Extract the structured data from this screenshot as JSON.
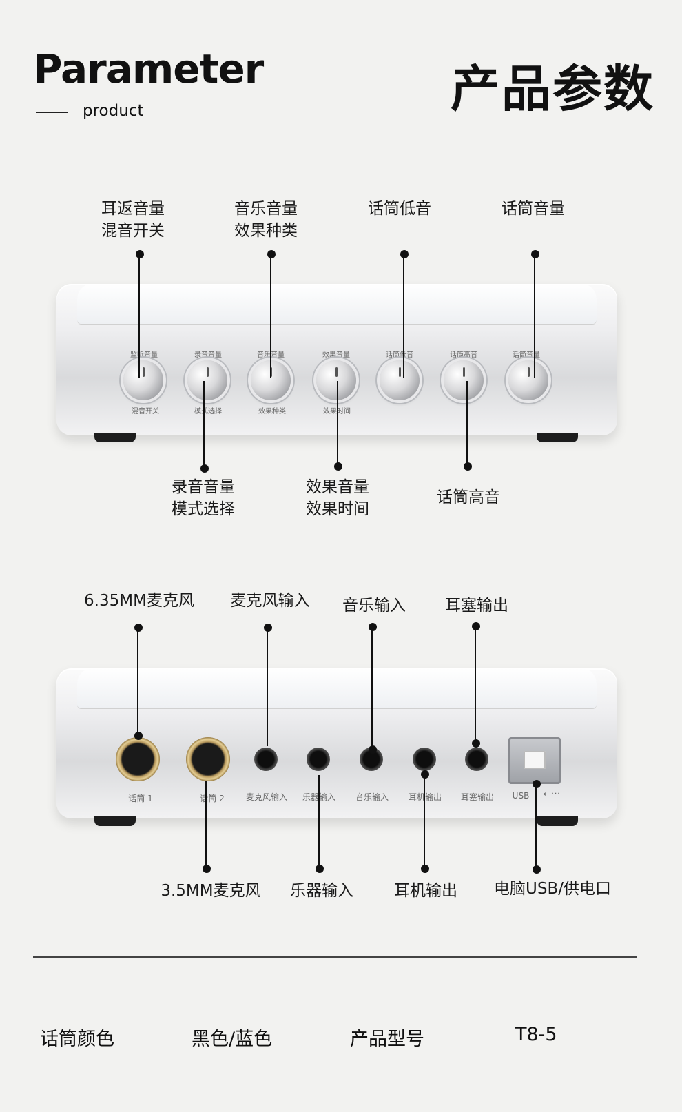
{
  "header": {
    "title_en": "Parameter",
    "subtitle": "product",
    "title_cn": "产品参数"
  },
  "front_panel": {
    "top_labels": [
      {
        "line1": "耳返音量",
        "line2": "混音开关"
      },
      {
        "line1": "音乐音量",
        "line2": "效果种类"
      },
      {
        "line1": "话筒低音",
        "line2": ""
      },
      {
        "line1": "话筒音量",
        "line2": ""
      }
    ],
    "bottom_labels": [
      {
        "line1": "录音音量",
        "line2": "模式选择"
      },
      {
        "line1": "效果音量",
        "line2": "效果时间"
      },
      {
        "line1": "话筒高音",
        "line2": ""
      }
    ],
    "knob_top_texts": [
      "监听音量",
      "录音音量",
      "音乐音量",
      "效果音量",
      "话筒低音",
      "话筒高音",
      "话筒音量"
    ],
    "knob_bottom_texts": [
      "混音开关",
      "模式选择",
      "效果种类",
      "效果时间"
    ]
  },
  "back_panel": {
    "top_labels": [
      "6.35MM麦克风",
      "麦克风输入",
      "音乐输入",
      "耳塞输出"
    ],
    "bottom_labels": [
      "3.5MM麦克风",
      "乐器输入",
      "耳机输出",
      "电脑USB/供电口"
    ],
    "port_texts": [
      "话筒 1",
      "话筒 2",
      "麦克风输入",
      "乐器输入",
      "音乐输入",
      "耳机输出",
      "耳塞输出",
      "USB"
    ]
  },
  "specs": [
    {
      "label": "话筒颜色",
      "value": "黑色/蓝色"
    },
    {
      "label": "产品型号",
      "value": "T8-5"
    }
  ]
}
